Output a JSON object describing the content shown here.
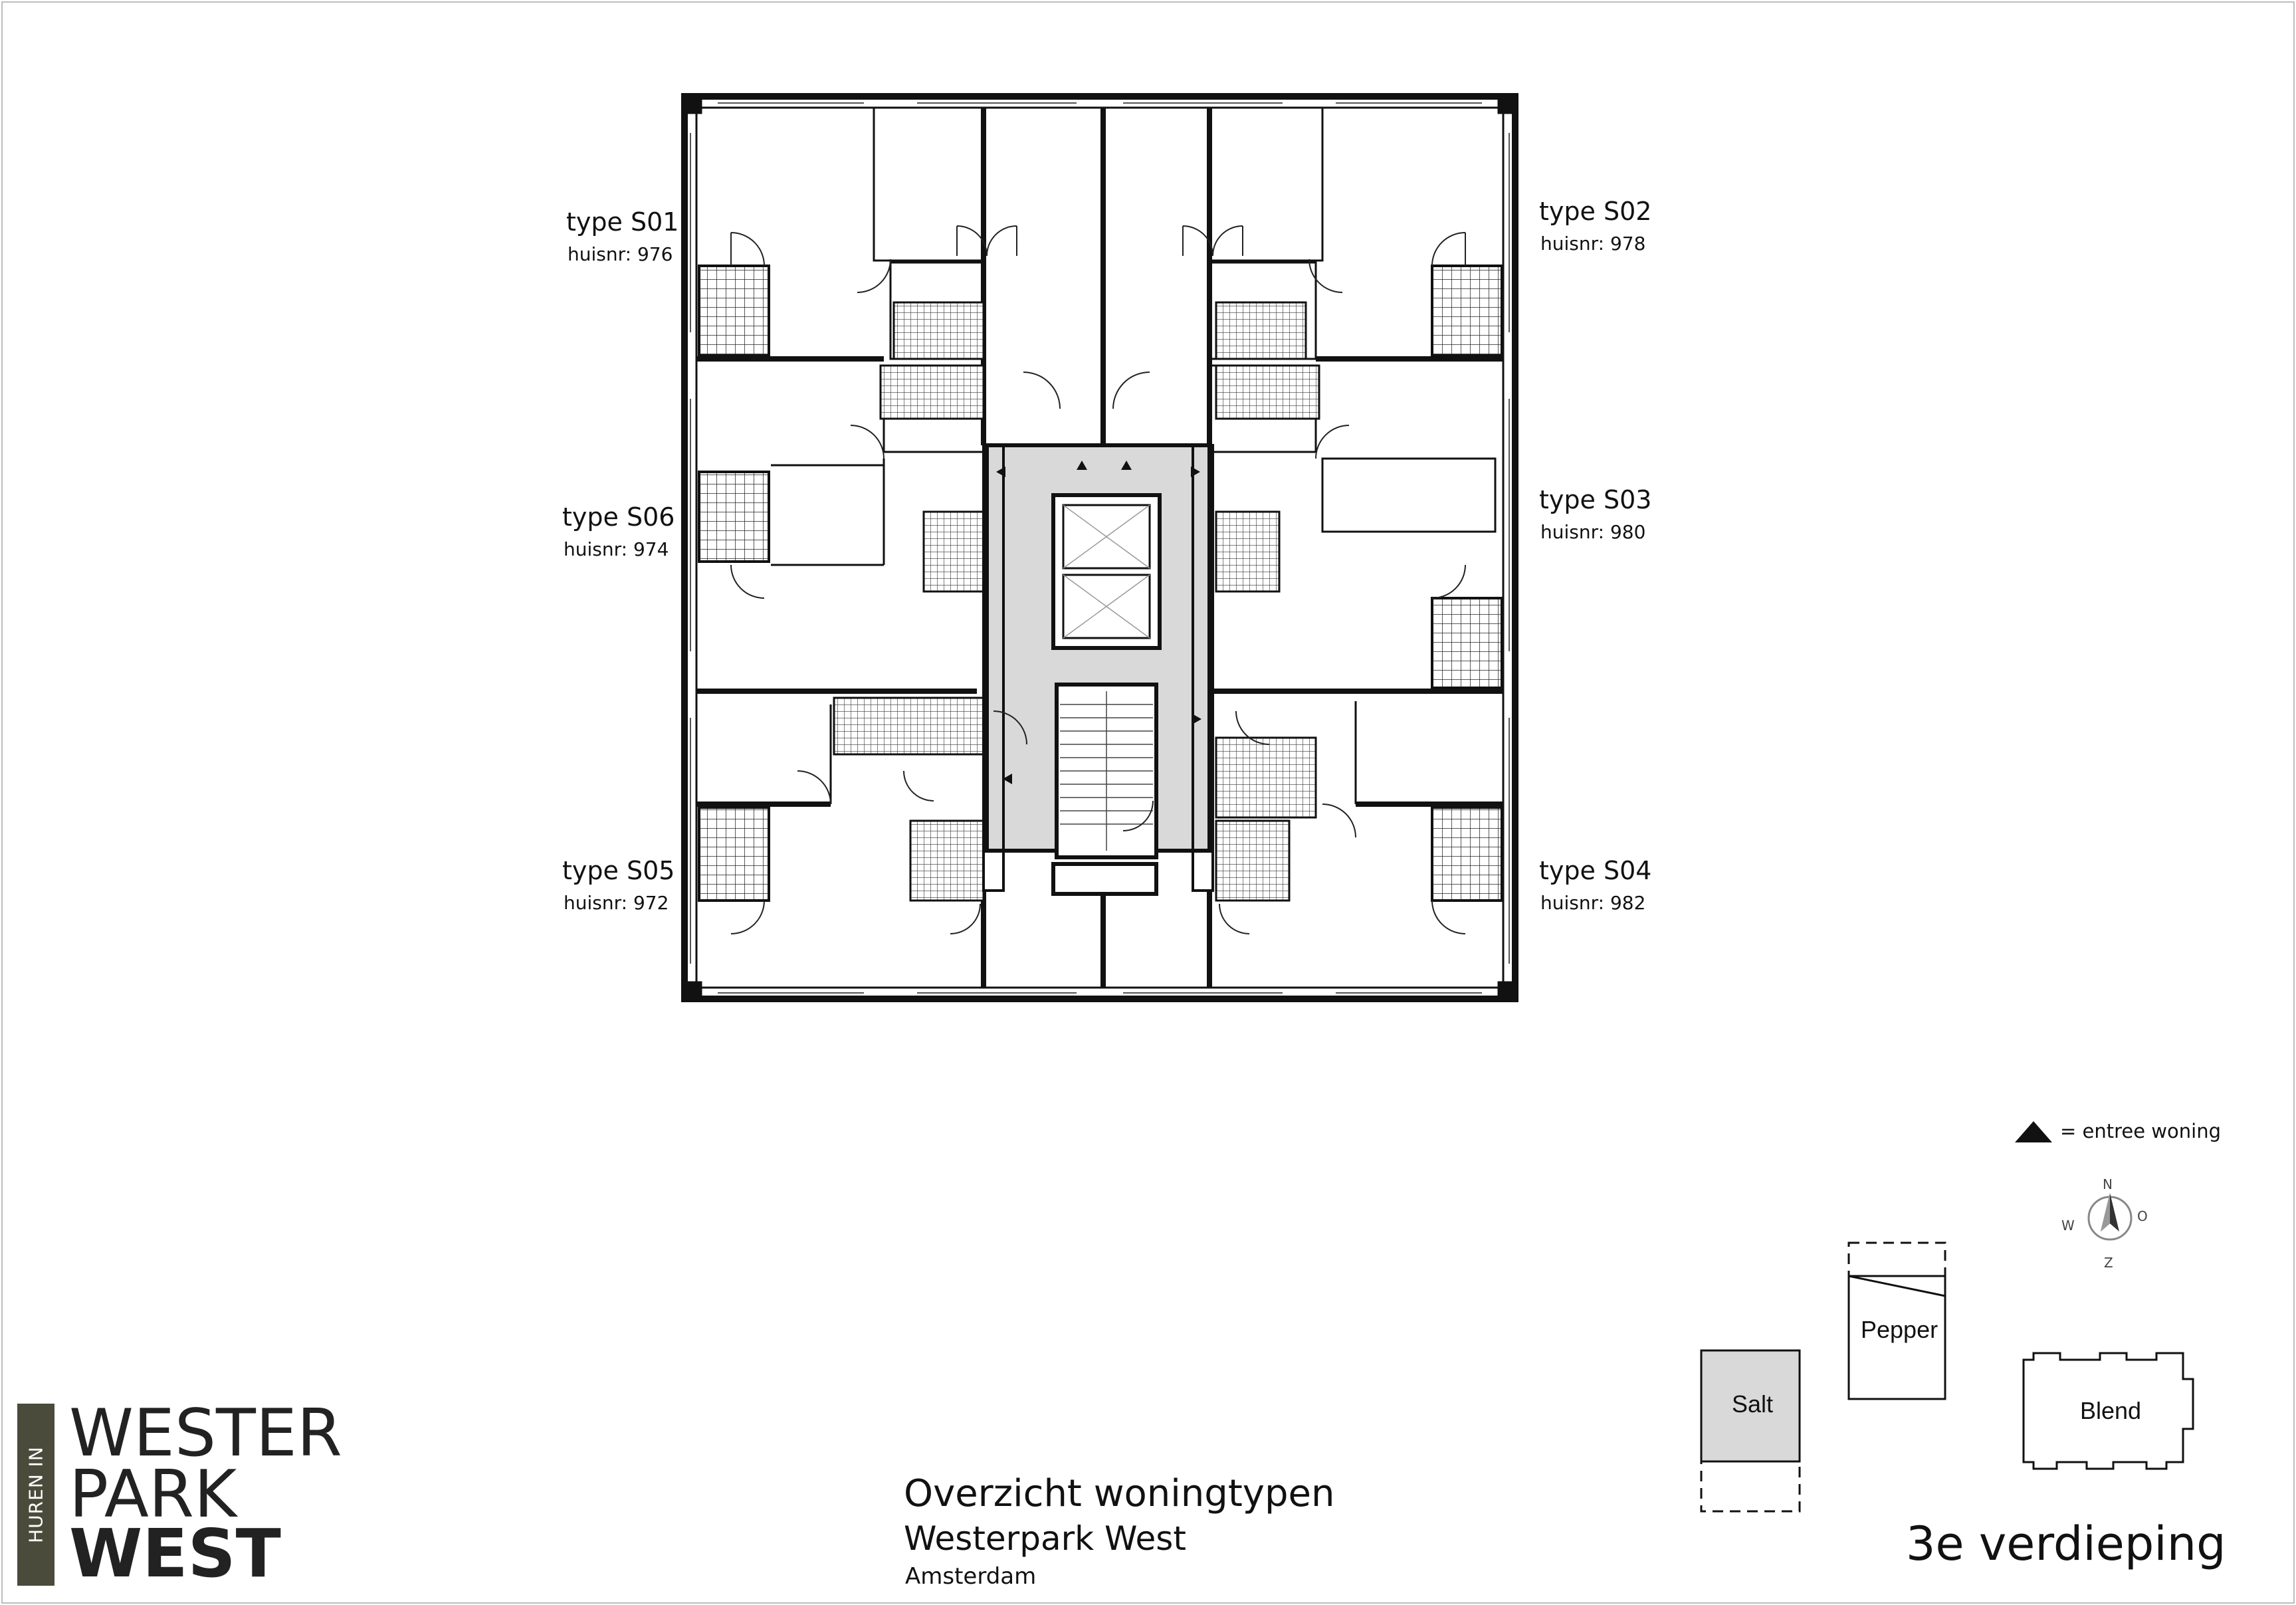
{
  "units": [
    {
      "type": "type S01",
      "huisnr": "huisnr: 976"
    },
    {
      "type": "type S02",
      "huisnr": "huisnr: 978"
    },
    {
      "type": "type S06",
      "huisnr": "huisnr: 974"
    },
    {
      "type": "type S03",
      "huisnr": "huisnr: 980"
    },
    {
      "type": "type S05",
      "huisnr": "huisnr: 972"
    },
    {
      "type": "type S04",
      "huisnr": "huisnr: 982"
    }
  ],
  "legend": {
    "text": "=  entree woning"
  },
  "compass": {
    "n": "N",
    "o": "O",
    "z": "Z",
    "w": "W"
  },
  "site": {
    "salt": "Salt",
    "pepper": "Pepper",
    "blend": "Blend"
  },
  "footer": {
    "title": "Overzicht woningtypen",
    "subtitle": "Westerpark West",
    "city": "Amsterdam",
    "floor": "3e verdieping"
  },
  "logo": {
    "side": "HUREN IN",
    "line1": "WESTER",
    "line2": "PARK",
    "line3": "WEST"
  },
  "colors": {
    "wall": "#111111",
    "core": "#d9d9d9",
    "logo_bar": "#4a4b3a",
    "salt_fill": "#d9d9d9"
  }
}
